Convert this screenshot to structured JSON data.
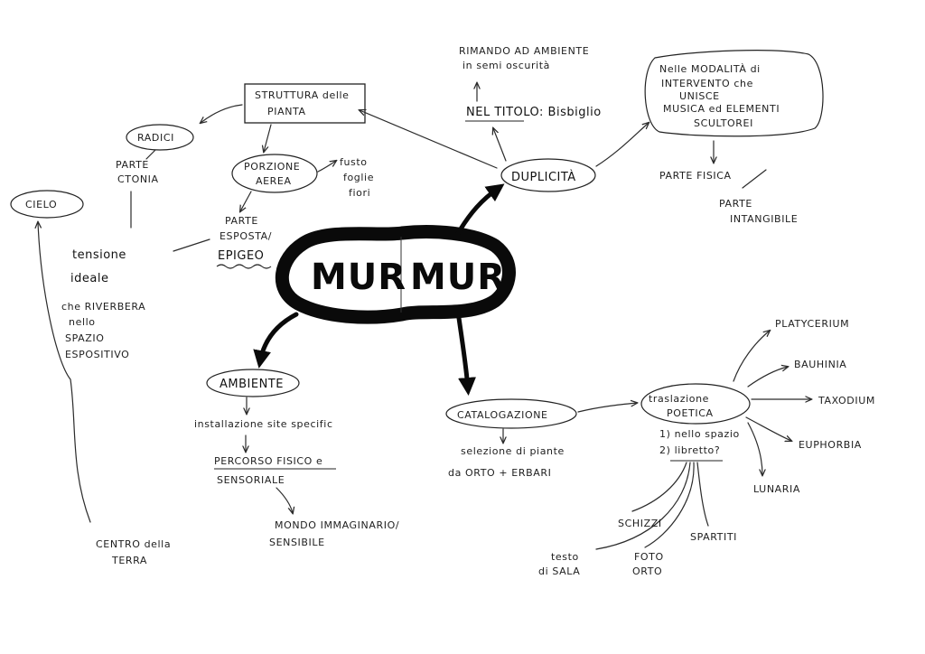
{
  "center": {
    "left": "MUR",
    "right": "MUR"
  },
  "nodes": {
    "cielo": "CIELO",
    "radici": "RADICI",
    "parte_ctonia": [
      "PARTE",
      "CTONIA"
    ],
    "struttura": [
      "STRUTTURA delle",
      "PIANTA"
    ],
    "porzione": [
      "PORZIONE",
      "AEREA"
    ],
    "fusto": [
      "fusto",
      "foglie",
      "fiori"
    ],
    "parte_esposta": [
      "PARTE",
      "ESPOSTA/"
    ],
    "epigeo": "EPIGEO",
    "tensione": [
      "tensione",
      "ideale",
      "che RIVERBERA",
      "nello",
      "SPAZIO",
      "ESPOSITIVO"
    ],
    "centro": [
      "CENTRO della",
      "TERRA"
    ],
    "rimando": [
      "RIMANDO AD AMBIENTE",
      "in semi oscurità"
    ],
    "titolo": "NEL TITOLO: Bisbiglio",
    "duplicita": "DUPLICITÀ",
    "modalita": [
      "Nelle MODALITÀ di",
      "INTERVENTO che",
      "UNISCE",
      "MUSICA ed ELEMENTI",
      "SCULTOREI"
    ],
    "parte_fisica": "PARTE FISICA",
    "parte_intangibile": [
      "PARTE",
      "INTANGIBILE"
    ],
    "ambiente": "AMBIENTE",
    "installazione": "installazione site specific",
    "percorso": [
      "PERCORSO FISICO e",
      "SENSORIALE"
    ],
    "mondo": [
      "MONDO IMMAGINARIO/",
      "SENSIBILE"
    ],
    "catalogazione": "CATALOGAZIONE",
    "selezione": [
      "selezione di piante",
      "da ORTO + ERBARI"
    ],
    "traslazione": [
      "traslazione",
      "POETICA"
    ],
    "opzioni": [
      "1) nello spazio",
      "2) libretto?"
    ],
    "platycerium": "PLATYCERIUM",
    "bauhinia": "BAUHINIA",
    "taxodium": "TAXODIUM",
    "euphorbia": "EUPHORBIA",
    "lunaria": "LUNARIA",
    "schizzi": "SCHIZZI",
    "spartiti": "SPARTITI",
    "testo": [
      "testo",
      "di SALA"
    ],
    "foto": [
      "FOTO",
      "ORTO"
    ]
  }
}
